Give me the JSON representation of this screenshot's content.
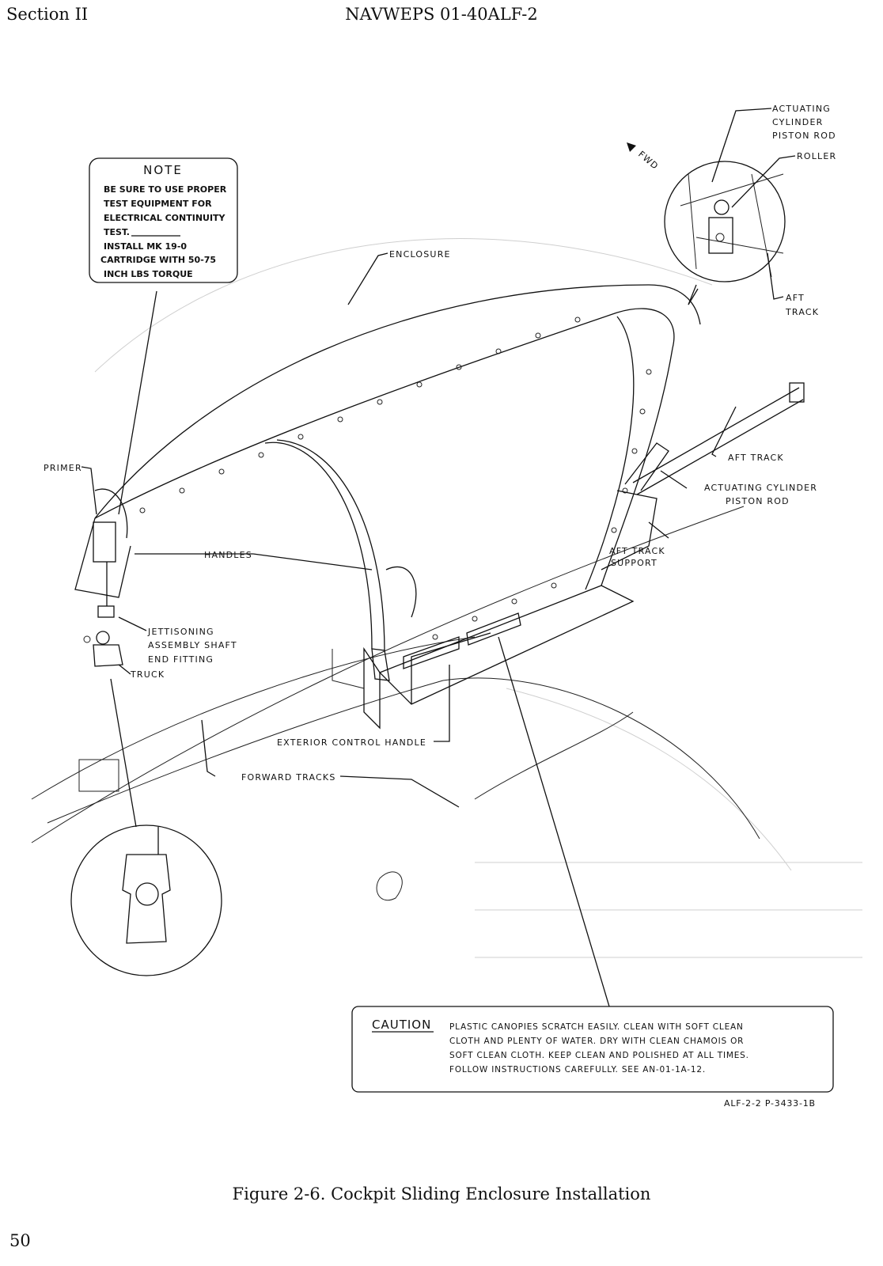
{
  "header": {
    "section": "Section II",
    "doc_number": "NAVWEPS 01-40ALF-2"
  },
  "note_box": {
    "title": "NOTE",
    "lines": [
      "BE SURE TO USE PROPER",
      "TEST EQUIPMENT FOR",
      "ELECTRICAL CONTINUITY",
      "TEST.",
      "INSTALL MK 19-0",
      "CARTRIDGE WITH 50-75",
      "INCH LBS TORQUE"
    ]
  },
  "callouts": {
    "actuating_cylinder_piston_rod_top": [
      "ACTUATING",
      "CYLINDER",
      "PISTON ROD"
    ],
    "roller": "ROLLER",
    "aft_track_detail": [
      "AFT",
      "TRACK"
    ],
    "fwd": "FWD",
    "enclosure": "ENCLOSURE",
    "primer": "PRIMER",
    "aft_track": "AFT TRACK",
    "actuating_cylinder_piston_rod": [
      "ACTUATING CYLINDER",
      "PISTON ROD"
    ],
    "handles": "HANDLES",
    "aft_track_support": [
      "AFT TRACK",
      "SUPPORT"
    ],
    "jettisoning_assembly_shaft": [
      "JETTISONING",
      "ASSEMBLY SHAFT"
    ],
    "end_fitting": "END FITTING",
    "truck": "TRUCK",
    "exterior_control_handle": "EXTERIOR CONTROL HANDLE",
    "forward_tracks": "FORWARD TRACKS"
  },
  "caution": {
    "heading": "CAUTION",
    "lines": [
      "PLASTIC CANOPIES SCRATCH EASILY. CLEAN WITH SOFT CLEAN",
      "CLOTH AND PLENTY OF WATER. DRY WITH CLEAN CHAMOIS OR",
      "SOFT CLEAN CLOTH. KEEP CLEAN AND POLISHED AT ALL TIMES.",
      "FOLLOW INSTRUCTIONS CAREFULLY. SEE AN-01-1A-12."
    ]
  },
  "figure_code": "ALF-2-2   P-3433-1B",
  "caption": "Figure 2-6.  Cockpit Sliding Enclosure Installation",
  "page_number": "50"
}
